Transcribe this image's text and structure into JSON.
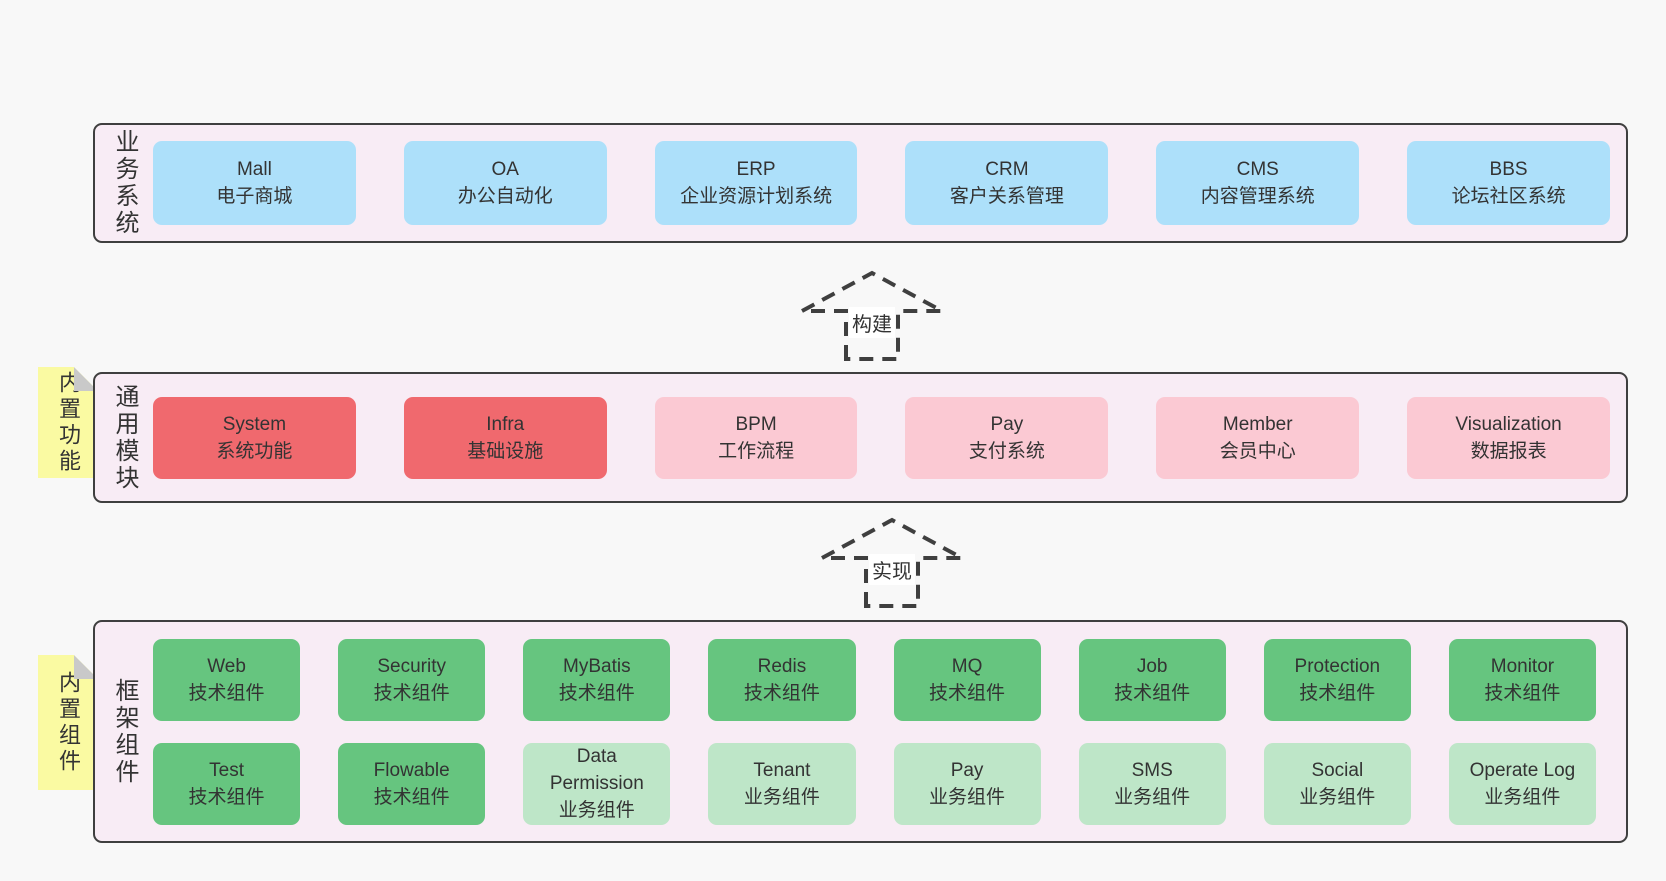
{
  "colors": {
    "page-bg": "#f8f8f8",
    "layer-bg": "#f8ecf5",
    "layer-border": "#3f3f3f",
    "blue": "#ade0fa",
    "red": "#f0696e",
    "pink": "#fbc9d3",
    "green": "#66c57f",
    "green-light": "#bee6c8",
    "note-bg": "#fafaa2",
    "note-fold": "#c9c9c9",
    "text": "#333333",
    "arrow": "#3f3f3f"
  },
  "notes": [
    {
      "text": "内置功能"
    },
    {
      "text": "内置组件"
    }
  ],
  "arrows": [
    {
      "label": "构建"
    },
    {
      "label": "实现"
    }
  ],
  "layers": [
    {
      "label": "业务系统",
      "boxes": [
        {
          "name": "Mall",
          "desc": "电子商城",
          "type": "blue"
        },
        {
          "name": "OA",
          "desc": "办公自动化",
          "type": "blue"
        },
        {
          "name": "ERP",
          "desc": "企业资源计划系统",
          "type": "blue"
        },
        {
          "name": "CRM",
          "desc": "客户关系管理",
          "type": "blue"
        },
        {
          "name": "CMS",
          "desc": "内容管理系统",
          "type": "blue"
        },
        {
          "name": "BBS",
          "desc": "论坛社区系统",
          "type": "blue"
        }
      ]
    },
    {
      "label": "通用模块",
      "note": "内置功能",
      "boxes": [
        {
          "name": "System",
          "desc": "系统功能",
          "type": "red"
        },
        {
          "name": "Infra",
          "desc": "基础设施",
          "type": "red"
        },
        {
          "name": "BPM",
          "desc": "工作流程",
          "type": "pink"
        },
        {
          "name": "Pay",
          "desc": "支付系统",
          "type": "pink"
        },
        {
          "name": "Member",
          "desc": "会员中心",
          "type": "pink"
        },
        {
          "name": "Visualization",
          "desc": "数据报表",
          "type": "pink"
        }
      ]
    },
    {
      "label": "框架组件",
      "note": "内置组件",
      "rows": [
        [
          {
            "name": "Web",
            "desc": "技术组件",
            "type": "green"
          },
          {
            "name": "Security",
            "desc": "技术组件",
            "type": "green"
          },
          {
            "name": "MyBatis",
            "desc": "技术组件",
            "type": "green"
          },
          {
            "name": "Redis",
            "desc": "技术组件",
            "type": "green"
          },
          {
            "name": "MQ",
            "desc": "技术组件",
            "type": "green"
          },
          {
            "name": "Job",
            "desc": "技术组件",
            "type": "green"
          },
          {
            "name": "Protection",
            "desc": "技术组件",
            "type": "green"
          },
          {
            "name": "Monitor",
            "desc": "技术组件",
            "type": "green"
          }
        ],
        [
          {
            "name": "Test",
            "desc": "技术组件",
            "type": "green"
          },
          {
            "name": "Flowable",
            "desc": "技术组件",
            "type": "green"
          },
          {
            "name": "Data Permission",
            "desc": "业务组件",
            "type": "green-light"
          },
          {
            "name": "Tenant",
            "desc": "业务组件",
            "type": "green-light"
          },
          {
            "name": "Pay",
            "desc": "业务组件",
            "type": "green-light"
          },
          {
            "name": "SMS",
            "desc": "业务组件",
            "type": "green-light"
          },
          {
            "name": "Social",
            "desc": "业务组件",
            "type": "green-light"
          },
          {
            "name": "Operate Log",
            "desc": "业务组件",
            "type": "green-light"
          }
        ]
      ]
    }
  ]
}
